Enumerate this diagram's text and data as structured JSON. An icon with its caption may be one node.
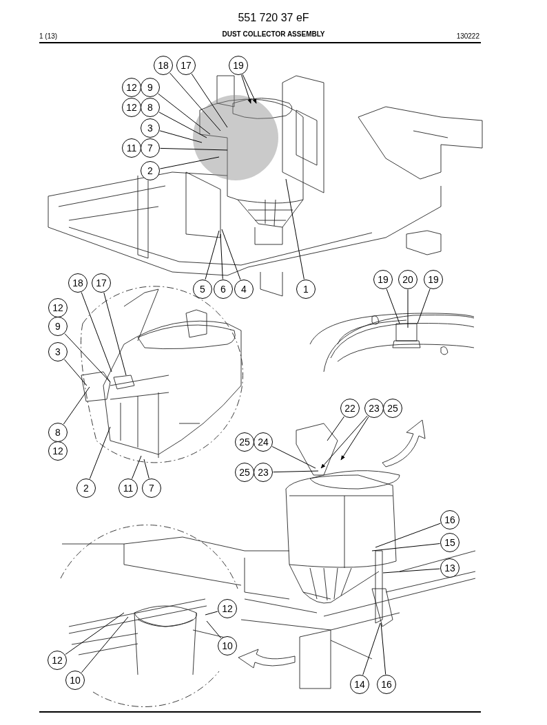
{
  "diagram": {
    "title": "DUST COLLECTOR ASSEMBLY",
    "nodes": [
      {
        "text": [
          "18"
        ]
      },
      {
        "text": [
          "17"
        ]
      },
      {
        "text": [
          "19"
        ]
      },
      {
        "text": [
          "12"
        ]
      },
      {
        "text": [
          "9"
        ]
      },
      {
        "text": [
          "12"
        ]
      },
      {
        "text": [
          "8"
        ]
      },
      {
        "text": [
          "3"
        ]
      },
      {
        "text": [
          "11"
        ]
      },
      {
        "text": [
          "7"
        ]
      },
      {
        "text": [
          "2"
        ]
      },
      {
        "text": [
          "5"
        ]
      },
      {
        "text": [
          "6"
        ]
      },
      {
        "text": [
          "4"
        ]
      },
      {
        "text": [
          "1"
        ]
      },
      {
        "text": [
          "18"
        ]
      },
      {
        "text": [
          "17"
        ]
      },
      {
        "text": [
          "12"
        ]
      },
      {
        "text": [
          "9"
        ]
      },
      {
        "text": [
          "3"
        ]
      },
      {
        "text": [
          "8"
        ]
      },
      {
        "text": [
          "12"
        ]
      },
      {
        "text": [
          "2"
        ]
      },
      {
        "text": [
          "11"
        ]
      },
      {
        "text": [
          "7"
        ]
      },
      {
        "text": [
          "19"
        ]
      },
      {
        "text": [
          "20"
        ]
      },
      {
        "text": [
          "19"
        ]
      },
      {
        "text": [
          "22"
        ]
      },
      {
        "text": [
          "23"
        ]
      },
      {
        "text": [
          "25"
        ]
      },
      {
        "text": [
          "25"
        ]
      },
      {
        "text": [
          "24"
        ]
      },
      {
        "text": [
          "25"
        ]
      },
      {
        "text": [
          "23"
        ]
      },
      {
        "text": [
          "16"
        ]
      },
      {
        "text": [
          "15"
        ]
      },
      {
        "text": [
          "13"
        ]
      },
      {
        "text": [
          "14"
        ]
      },
      {
        "text": [
          "16"
        ]
      },
      {
        "text": [
          "12"
        ]
      },
      {
        "text": [
          "10"
        ]
      },
      {
        "text": [
          "12"
        ]
      },
      {
        "text": [
          "10"
        ]
      }
    ],
    "edges": [
      {
        "from": 0,
        "to": null,
        "arrow": "none"
      },
      {
        "from": 1,
        "to": null,
        "arrow": "none"
      },
      {
        "from": 2,
        "to": null,
        "arrow": "to"
      },
      {
        "from": 2,
        "to": null,
        "arrow": "to"
      },
      {
        "from": 4,
        "to": null,
        "arrow": "none"
      },
      {
        "from": 6,
        "to": null,
        "arrow": "none"
      },
      {
        "from": 7,
        "to": null,
        "arrow": "none"
      },
      {
        "from": 9,
        "to": null,
        "arrow": "none"
      },
      {
        "from": 10,
        "to": null,
        "arrow": "none"
      },
      {
        "from": 11,
        "to": null,
        "arrow": "none"
      },
      {
        "from": 12,
        "to": null,
        "arrow": "none"
      },
      {
        "from": 13,
        "to": null,
        "arrow": "none"
      },
      {
        "from": 14,
        "to": null,
        "arrow": "none"
      },
      {
        "from": 15,
        "to": null,
        "arrow": "none"
      },
      {
        "from": 16,
        "to": null,
        "arrow": "none"
      },
      {
        "from": 18,
        "to": null,
        "arrow": "none"
      },
      {
        "from": 19,
        "to": null,
        "arrow": "none"
      },
      {
        "from": 20,
        "to": null,
        "arrow": "none"
      },
      {
        "from": 22,
        "to": null,
        "arrow": "none"
      },
      {
        "from": 23,
        "to": null,
        "arrow": "none"
      },
      {
        "from": 24,
        "to": null,
        "arrow": "none"
      },
      {
        "from": 25,
        "to": null,
        "arrow": "none"
      },
      {
        "from": 26,
        "to": null,
        "arrow": "none"
      },
      {
        "from": 27,
        "to": null,
        "arrow": "none"
      },
      {
        "from": 28,
        "to": null,
        "arrow": "none"
      },
      {
        "from": 29,
        "to": null,
        "arrow": "to"
      },
      {
        "from": 29,
        "to": null,
        "arrow": "to"
      },
      {
        "from": 32,
        "to": null,
        "arrow": "none"
      },
      {
        "from": 34,
        "to": null,
        "arrow": "none"
      },
      {
        "from": 35,
        "to": null,
        "arrow": "none"
      },
      {
        "from": 36,
        "to": null,
        "arrow": "none"
      },
      {
        "from": 37,
        "to": null,
        "arrow": "none"
      },
      {
        "from": 38,
        "to": null,
        "arrow": "none"
      },
      {
        "from": 39,
        "to": null,
        "arrow": "none"
      },
      {
        "from": 40,
        "to": null,
        "arrow": "none"
      },
      {
        "from": 41,
        "to": null,
        "arrow": "none"
      },
      {
        "from": 42,
        "to": null,
        "arrow": "none"
      },
      {
        "from": 43,
        "to": null,
        "arrow": "none"
      }
    ],
    "labels": [
      "551 720 37 eF",
      "1 (13)",
      "130222"
    ]
  }
}
